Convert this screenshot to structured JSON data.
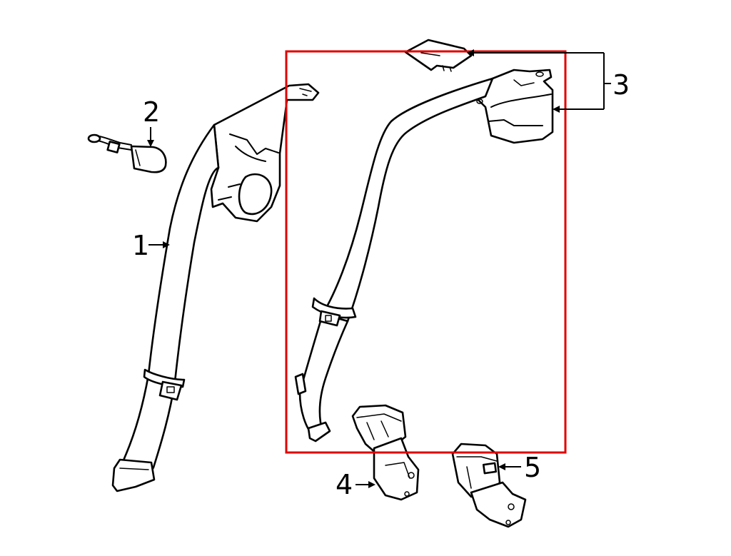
{
  "highlight": {
    "color": "#e00000"
  },
  "callouts": {
    "c1": "1",
    "c2": "2",
    "c3": "3",
    "c4": "4",
    "c5": "5"
  },
  "parts": [
    {
      "callout": "1",
      "icon": "seat-belt-assembly-icon"
    },
    {
      "callout": "2",
      "icon": "seat-belt-buckle-icon"
    },
    {
      "callout": "3",
      "icon": "retractor-assembly-icon"
    },
    {
      "callout": "4",
      "icon": "buckle-receiver-icon"
    },
    {
      "callout": "5",
      "icon": "buckle-receiver-icon"
    }
  ]
}
